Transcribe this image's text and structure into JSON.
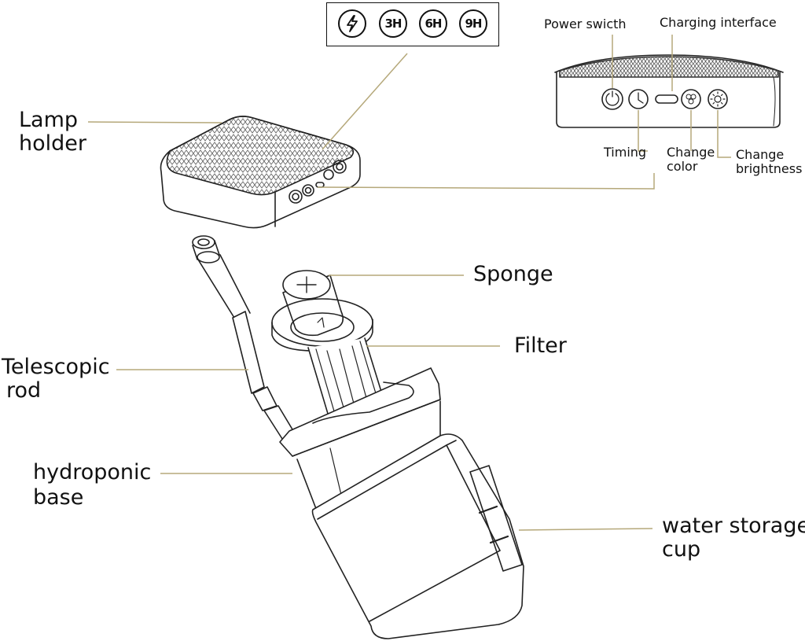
{
  "timer_box": {
    "badges": [
      {
        "icon": "lightning-icon",
        "text": ""
      },
      {
        "icon": "timer-3h-badge",
        "text": "3H"
      },
      {
        "icon": "timer-6h-badge",
        "text": "6H"
      },
      {
        "icon": "timer-9h-badge",
        "text": "9H"
      }
    ]
  },
  "labels": {
    "lamp_holder_1": "Lamp",
    "lamp_holder_2": "holder",
    "power_switch": "Power swicth",
    "charging_interface": "Charging interface",
    "timing": "Timing",
    "change_color_1": "Change",
    "change_color_2": "color",
    "change_brightness_1": "Change",
    "change_brightness_2": "brightness",
    "sponge": "Sponge",
    "filter": "Filter",
    "telescopic_rod_1": "Telescopic",
    "telescopic_rod_2": "rod",
    "hydroponic_base_1": "hydroponic",
    "hydroponic_base_2": "base",
    "water_storage_cup_1": "water storage",
    "water_storage_cup_2": "cup"
  },
  "colors": {
    "leader_line": "#b5a87a",
    "outline": "#222222",
    "text": "#111111"
  }
}
